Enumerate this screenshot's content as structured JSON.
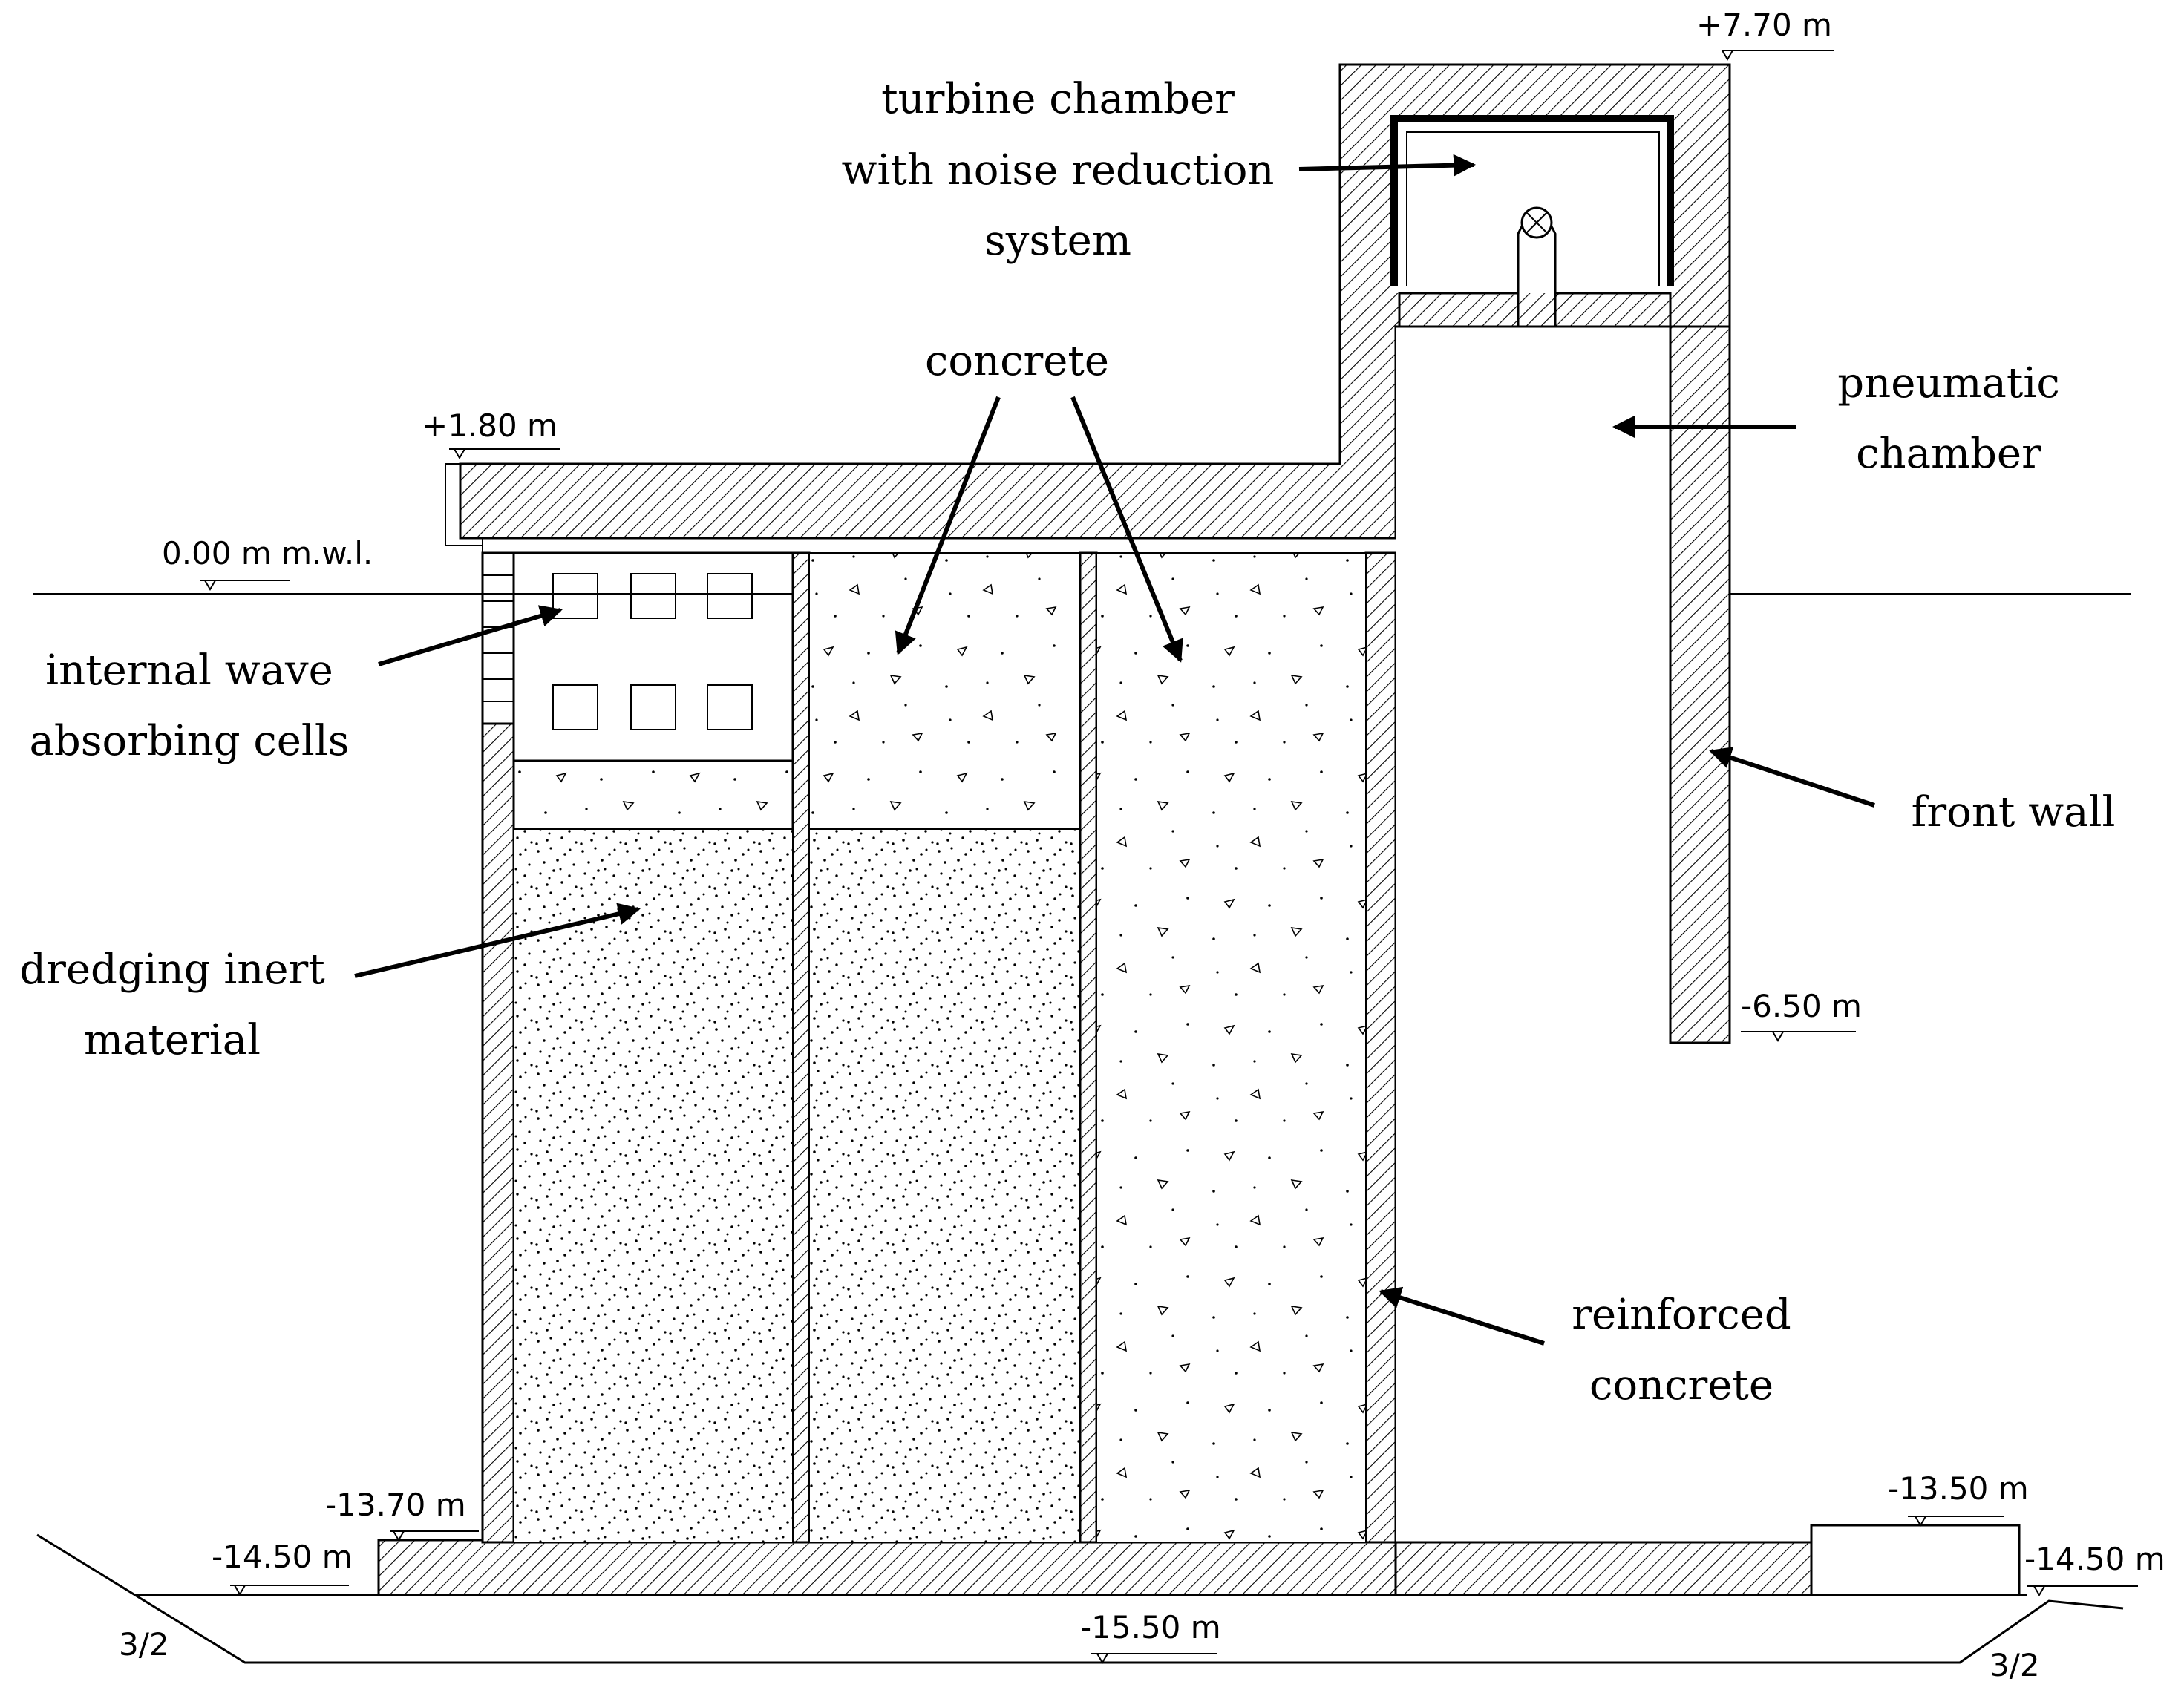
{
  "labels": {
    "turbine_line1": "turbine chamber",
    "turbine_line2": "with noise reduction",
    "turbine_line3": "system",
    "concrete": "concrete",
    "pneumatic_line1": "pneumatic",
    "pneumatic_line2": "chamber",
    "internal_line1": "internal wave",
    "internal_line2": "absorbing cells",
    "front_wall": "front wall",
    "dredging_line1": "dredging inert",
    "dredging_line2": "material",
    "reinforced_line1": "reinforced",
    "reinforced_line2": "concrete"
  },
  "elevations": {
    "top": "+7.70 m",
    "crest": "+1.80 m",
    "mwl": "0.00 m m.w.l.",
    "front_wall_bottom": "-6.50 m",
    "left_toe_upper": "-13.70 m",
    "left_toe_lower": "-14.50 m",
    "right_block_top": "-13.50 m",
    "right_toe": "-14.50 m",
    "foundation": "-15.50 m"
  },
  "slopes": {
    "left": "3/2",
    "right": "3/2"
  }
}
